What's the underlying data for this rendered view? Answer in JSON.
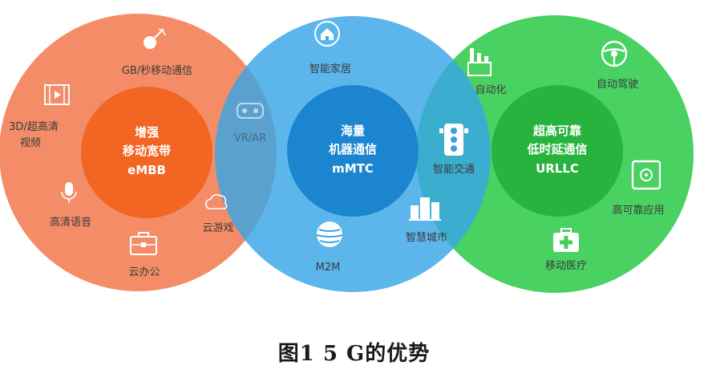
{
  "colors": {
    "embb_outer": "#f3875f",
    "embb_inner": "#f26522",
    "mmtc_outer": "#38a6e8",
    "mmtc_inner": "#1b86cf",
    "urllc_outer": "#3fcf5a",
    "urllc_inner": "#27b33d",
    "icon_text": "#ffffff"
  },
  "circles": [
    {
      "id": "embb",
      "center_label": [
        "增强",
        "移动宽带",
        "eMBB"
      ],
      "items": [
        {
          "label": "GB/秒移动通信",
          "icon": "satellite-dish-icon"
        },
        {
          "label": "3D/超高清\n视频",
          "icon": "film-strip-icon"
        },
        {
          "label": "高清语音",
          "icon": "microphone-icon"
        },
        {
          "label": "云办公",
          "icon": "briefcase-icon"
        },
        {
          "label": "云游戏",
          "icon": "cloud-game-icon"
        },
        {
          "label": "VR/AR",
          "icon": "vr-headset-icon"
        }
      ]
    },
    {
      "id": "mmtc",
      "center_label": [
        "海量",
        "机器通信",
        "mMTC"
      ],
      "items": [
        {
          "label": "智能家居",
          "icon": "home-icon"
        },
        {
          "label": "M2M",
          "icon": "globe-icon"
        },
        {
          "label": "智能交通",
          "icon": "traffic-light-icon"
        },
        {
          "label": "智慧城市",
          "icon": "city-buildings-icon"
        }
      ]
    },
    {
      "id": "urllc",
      "center_label": [
        "超高可靠",
        "低时延通信",
        "URLLC"
      ],
      "items": [
        {
          "label": "自动化",
          "icon": "factory-icon"
        },
        {
          "label": "自动驾驶",
          "icon": "steering-wheel-icon"
        },
        {
          "label": "高可靠应用",
          "icon": "safe-icon"
        },
        {
          "label": "移动医疗",
          "icon": "medical-kit-icon"
        }
      ]
    }
  ],
  "caption": "图1  5 G的优势"
}
